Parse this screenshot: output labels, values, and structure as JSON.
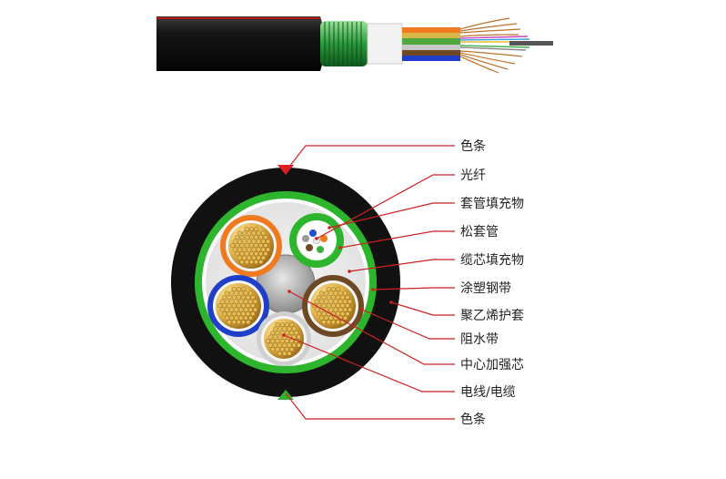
{
  "labels": {
    "color_stripe_top": "色条",
    "optical_fiber": "光纤",
    "tube_filling": "套管填充物",
    "loose_tube": "松套管",
    "cable_filling": "缆芯填充物",
    "coated_steel_tape": "涂塑钢带",
    "pe_sheath": "聚乙烯护套",
    "water_blocking_tape": "阻水带",
    "central_strength_member": "中心加强芯",
    "wire_cable": "电线/电缆",
    "color_stripe_bottom": "色条"
  },
  "colors": {
    "sheath": "#111111",
    "steel_tape": "#2db52d",
    "leader_line": "#cc2222",
    "stripe_top": "#e02020",
    "stripe_bottom": "#2db52d",
    "core_copper": "#d8a948",
    "unit_orange": "#ef7a1f",
    "unit_blue": "#1f3fc9",
    "unit_brown": "#6e4a24",
    "unit_silver": "#c8c8c8"
  }
}
